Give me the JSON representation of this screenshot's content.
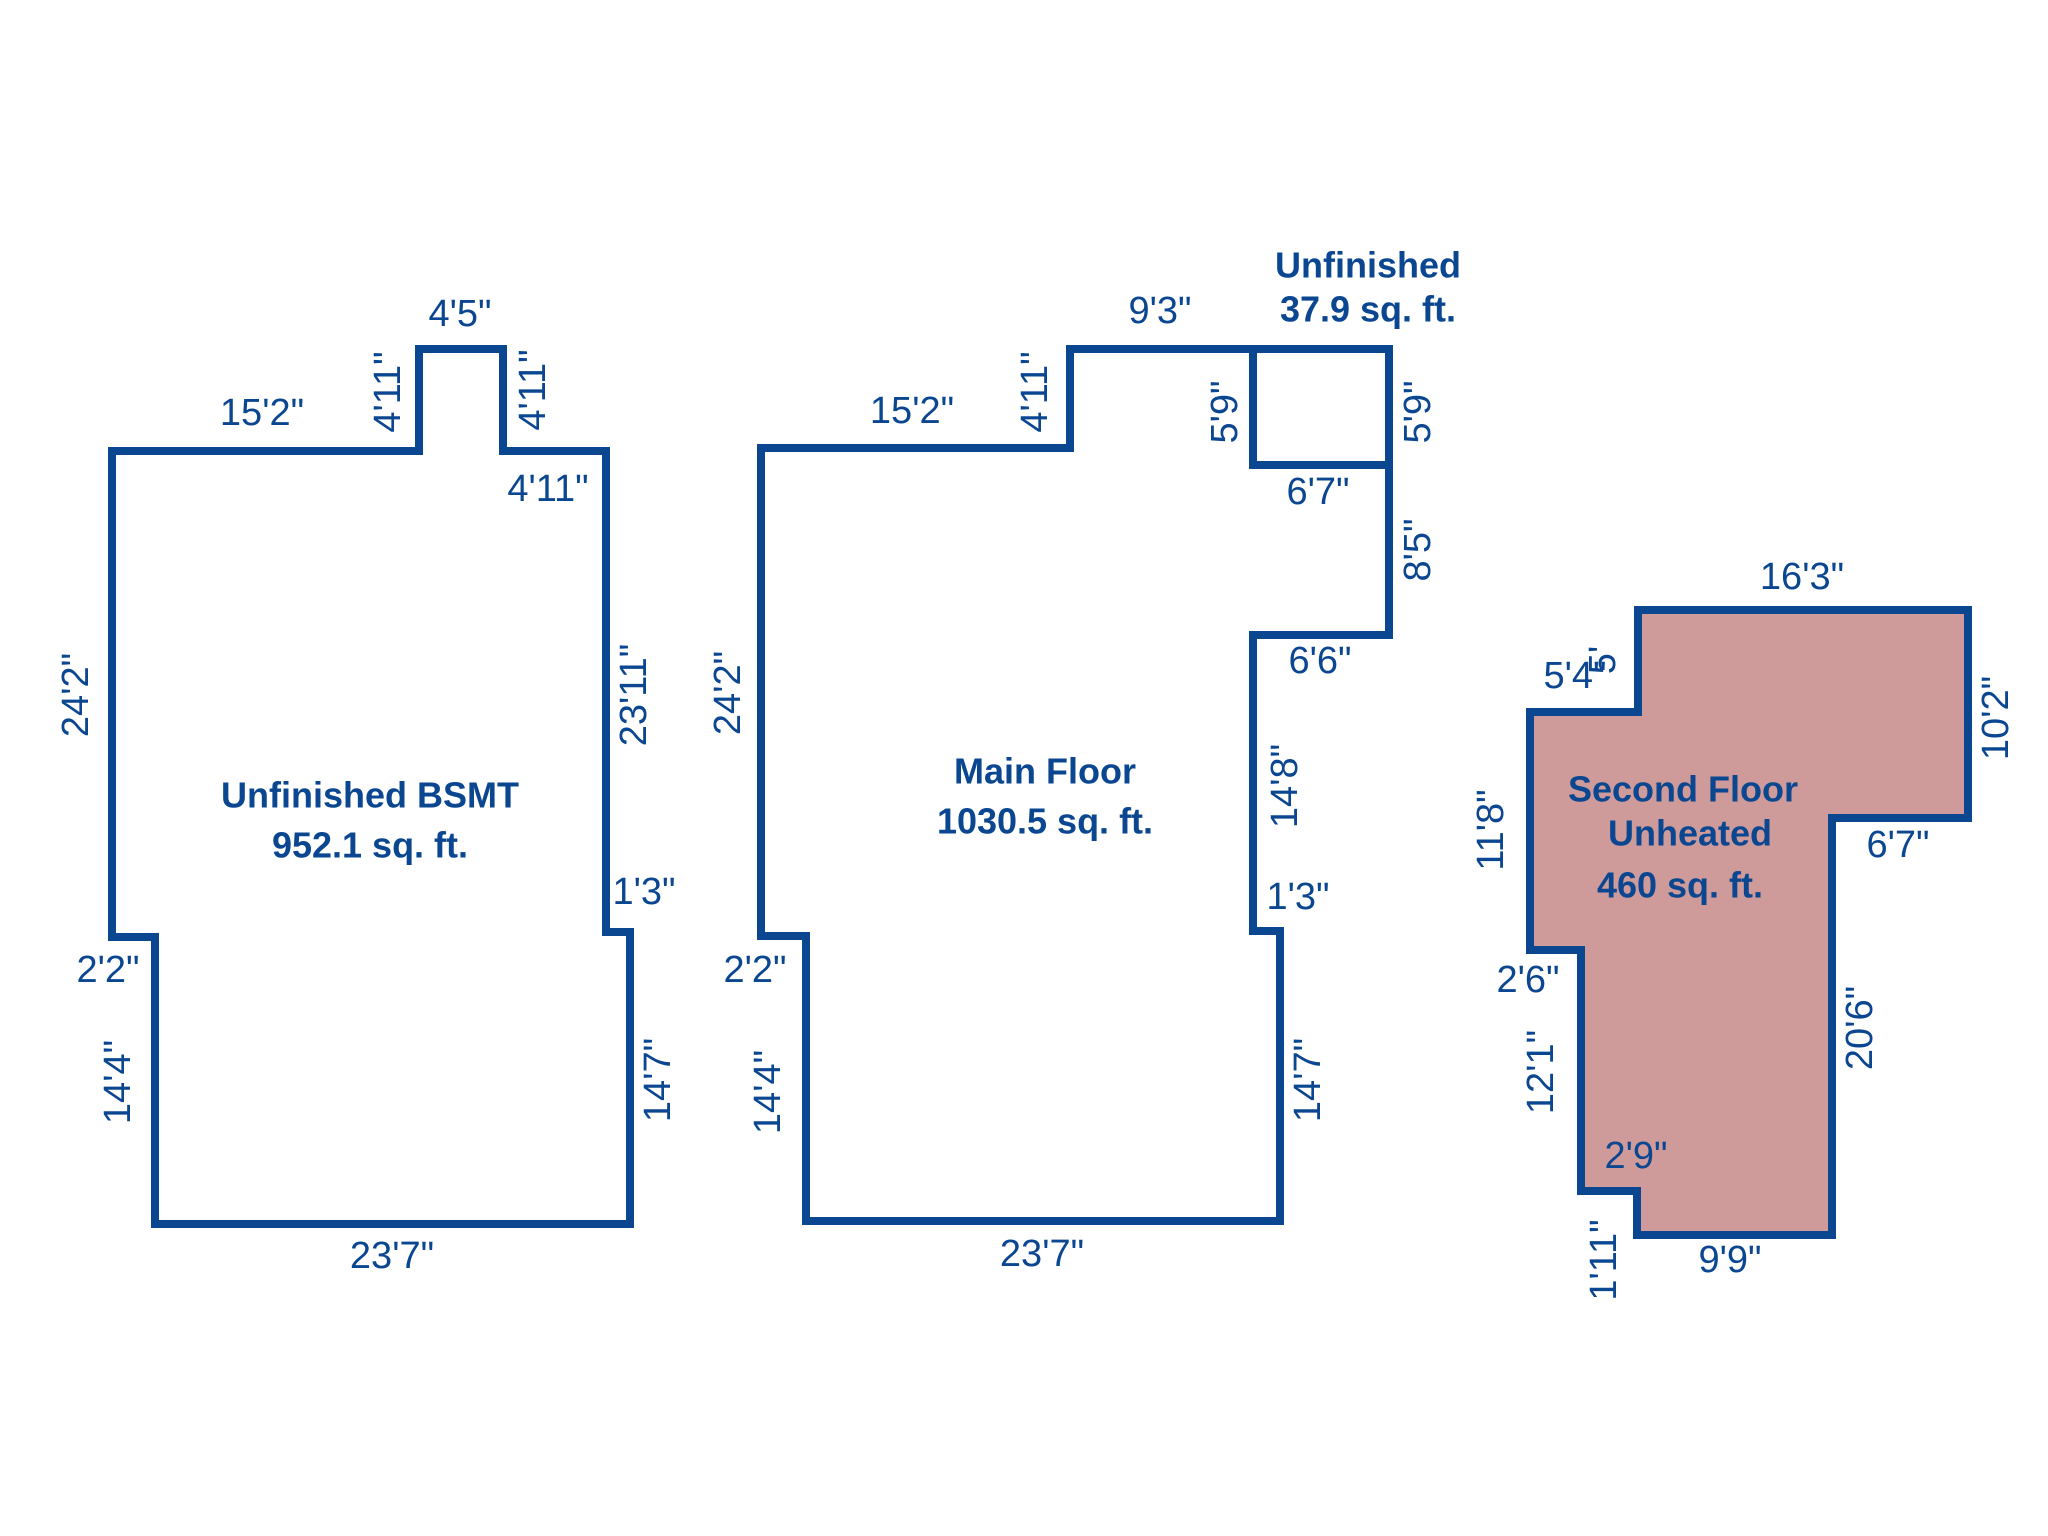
{
  "colors": {
    "line": "#0b4690",
    "text": "#0b4690",
    "fill_second": "#cf9a9a",
    "background": "#ffffff"
  },
  "basement": {
    "title": "Unfinished BSMT",
    "area": "952.1 sq. ft.",
    "dims": {
      "top_left": "15'2\"",
      "bump_left": "4'11\"",
      "bump_top": "4'5\"",
      "bump_right": "4'11\"",
      "upper_right_step": "4'11\"",
      "right_upper": "23'11\"",
      "right_step": "1'3\"",
      "right_lower": "14'7\"",
      "bottom": "23'7\"",
      "left_lower": "14'4\"",
      "left_step": "2'2\"",
      "left_upper": "24'2\""
    }
  },
  "main": {
    "title": "Main Floor",
    "area": "1030.5 sq. ft.",
    "dims": {
      "top_left": "15'2\"",
      "bump_left": "4'11\"",
      "top_mid": "9'3\"",
      "closet_left": "5'9\"",
      "closet_right": "5'9\"",
      "closet_bottom": "6'7\"",
      "right_upper": "8'5\"",
      "right_step_top": "6'6\"",
      "right_mid": "14'8\"",
      "right_step": "1'3\"",
      "right_lower": "14'7\"",
      "bottom": "23'7\"",
      "left_lower": "14'4\"",
      "left_step": "2'2\"",
      "left_upper": "24'2\""
    },
    "closet": {
      "title": "Unfinished",
      "area": "37.9 sq. ft."
    }
  },
  "second": {
    "title": "Second Floor",
    "subtitle": "Unheated",
    "area": "460 sq. ft.",
    "dims": {
      "top": "16'3\"",
      "right": "10'2\"",
      "inner_step": "6'7\"",
      "right_lower": "20'6\"",
      "bottom": "9'9\"",
      "bottom_step": "1'11\"",
      "left_notch": "2'9\"",
      "left_lower": "12'1\"",
      "left_step": "2'6\"",
      "left_upper": "11'8\"",
      "top_left": "5'4\"",
      "top_left_riser": "5'"
    }
  }
}
